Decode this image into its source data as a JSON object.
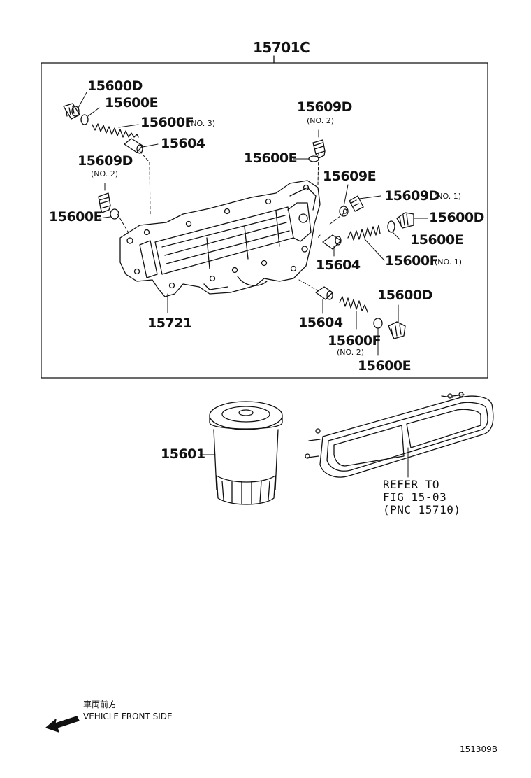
{
  "assembly_label": "15701C",
  "labels": {
    "p15600D_tl": "15600D",
    "p15600E_tl": "15600E",
    "p15600F_no3": "15600F",
    "no3": "(NO. 3)",
    "p15604_tl": "15604",
    "p15609D_left": "15609D",
    "no2_left": "(NO. 2)",
    "p15600E_left": "15600E",
    "p15609D_top": "15609D",
    "no2_top": "(NO. 2)",
    "p15600E_mid": "15600E",
    "p15609E": "15609E",
    "p15609D_no1": "15609D",
    "no1_a": "(NO. 1)",
    "p15600D_r": "15600D",
    "p15600E_r": "15600E",
    "p15604_r": "15604",
    "p15600F_no1": "15600F",
    "no1_b": "(NO. 1)",
    "p15721": "15721",
    "p15604_b": "15604",
    "p15600D_b": "15600D",
    "p15600F_no2": "15600F",
    "no2_b": "(NO. 2)",
    "p15600E_b": "15600E",
    "p15601": "15601"
  },
  "refer": {
    "line1": "REFER TO",
    "line2": "FIG 15-03",
    "line3": "(PNC 15710)"
  },
  "direction": {
    "japanese": "車両前方",
    "english": "VEHICLE FRONT SIDE",
    "icon": "arrow-left-down-icon"
  },
  "figure_code": "151309B"
}
